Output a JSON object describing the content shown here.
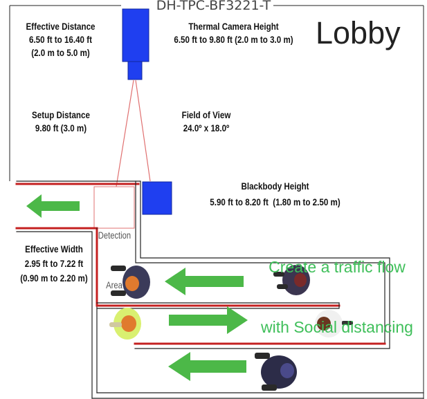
{
  "header": {
    "title": "DH-TPC-BF3221-T"
  },
  "location": {
    "label": "Lobby"
  },
  "specs": {
    "effective_distance": {
      "label": "Effective Distance",
      "value_ft": "6.50 ft to 16.40 ft",
      "value_m": "(2.0 m to 5.0 m)"
    },
    "camera_height": {
      "label": "Thermal Camera Height",
      "value": "6.50 ft to 9.80 ft (2.0 m to 3.0 m)"
    },
    "setup_distance": {
      "label": "Setup Distance",
      "value": "9.80 ft (3.0 m)"
    },
    "field_of_view": {
      "label": "Field of View",
      "value": "24.0º x 18.0º"
    },
    "blackbody_height": {
      "label": "Blackbody Height",
      "value": "5.90 ft to 8.20 ft  (1.80 m to 2.50 m)"
    },
    "effective_width": {
      "label": "Effective Width",
      "value_ft": "2.95 ft to 7.22 ft",
      "value_m": "(0.90 m to 2.20 m)"
    }
  },
  "detection_area": {
    "line1": "Detection",
    "line2": "Area"
  },
  "note": {
    "line1": "Create a traffic flow",
    "line2": "with Social distancing"
  },
  "colors": {
    "device_blue": "#1f3ff0",
    "arrow_green": "#4cb848",
    "note_green": "#3fbf5a",
    "wall_red": "#c42020",
    "fov_line": "#e07070"
  },
  "icons": [
    "thermal-camera-icon",
    "blackbody-icon",
    "flow-arrow-icon",
    "person-icon"
  ]
}
